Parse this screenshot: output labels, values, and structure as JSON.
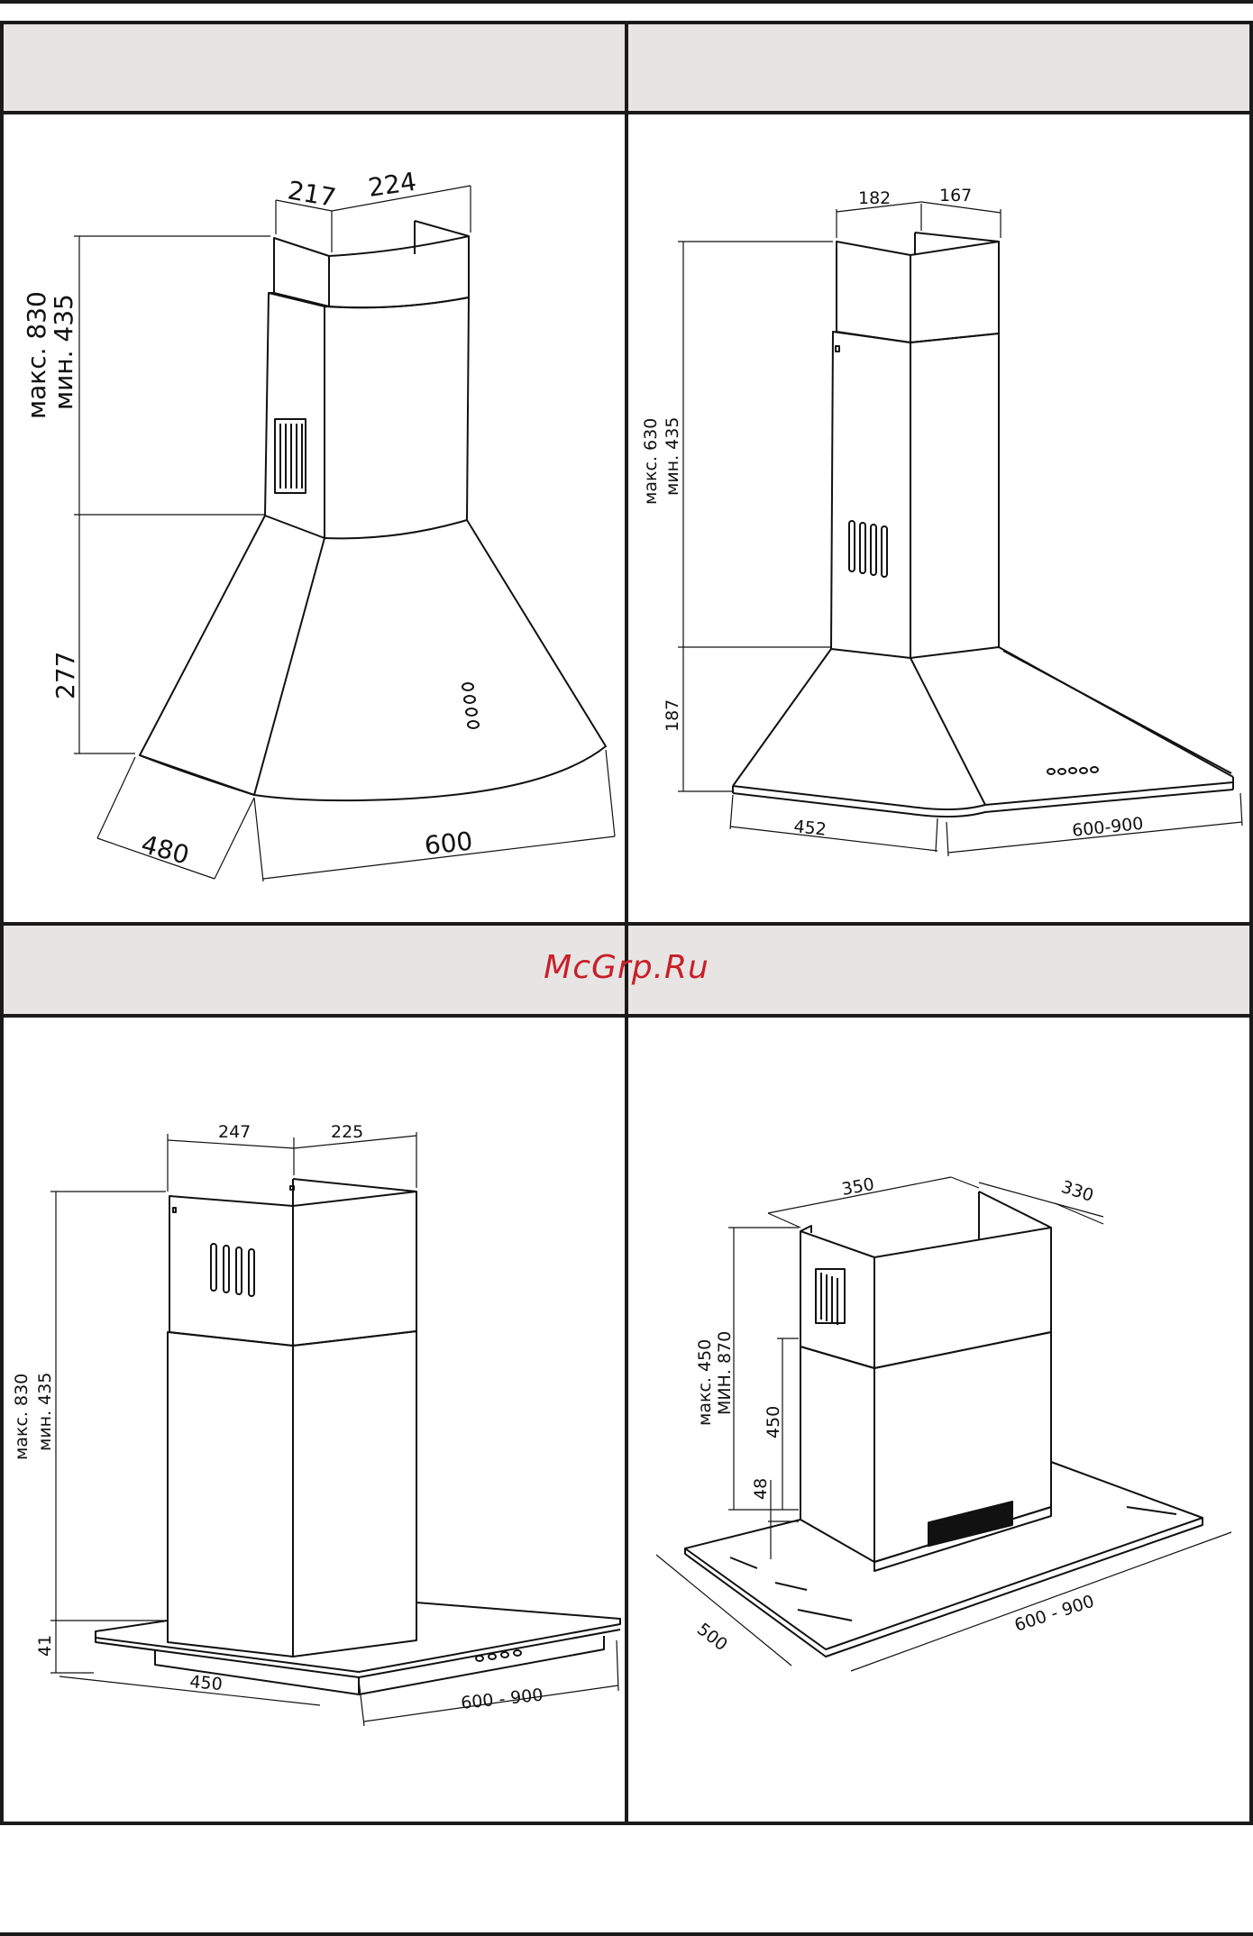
{
  "watermark": "McGrp.Ru",
  "panels": {
    "p1": {
      "dims": {
        "w1": "217",
        "w2": "224",
        "height_max": "макс. 830",
        "height_min": "мин. 435",
        "hood": "277",
        "depth": "480",
        "width": "600"
      }
    },
    "p2": {
      "dims": {
        "w1": "182",
        "w2": "167",
        "height_max": "макс. 630",
        "height_min": "мин. 435",
        "hood": "187",
        "depth": "452",
        "width": "600-900"
      }
    },
    "p3": {
      "dims": {
        "w1": "247",
        "w2": "225",
        "height_max": "макс. 830",
        "height_min": "мин. 435",
        "hood": "41",
        "depth": "450",
        "width": "600 - 900"
      }
    },
    "p4": {
      "dims": {
        "w1": "350",
        "w2": "330",
        "height_max": "макс. 450",
        "height_min": "МИН. 870",
        "inner": "450",
        "gap": "48",
        "depth": "500",
        "width": "600 - 900"
      }
    }
  },
  "colors": {
    "header_bg": "#e7e5e3",
    "line": "#1a1a1a",
    "watermark": "#c8202a"
  }
}
